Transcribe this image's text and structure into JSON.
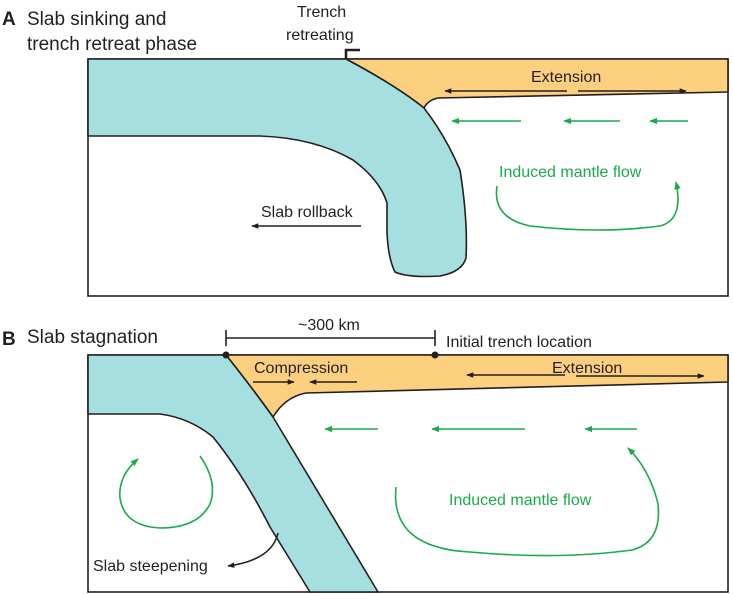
{
  "colors": {
    "slab": "#a6dfdf",
    "overriding_plate": "#fdd080",
    "mantle_flow": "#1aaa4a",
    "outline": "#231f20"
  },
  "panel_a": {
    "letter": "A",
    "title_line1": "Slab sinking and",
    "title_line2": "trench retreat phase",
    "trench_line1": "Trench",
    "trench_line2": "retreating",
    "extension": "Extension",
    "induced_flow": "Induced mantle flow",
    "rollback": "Slab rollback"
  },
  "panel_b": {
    "letter": "B",
    "title": "Slab stagnation",
    "distance": "~300 km",
    "initial_trench": "Initial trench location",
    "compression": "Compression",
    "extension": "Extension",
    "induced_flow": "Induced mantle flow",
    "steepening": "Slab steepening"
  }
}
